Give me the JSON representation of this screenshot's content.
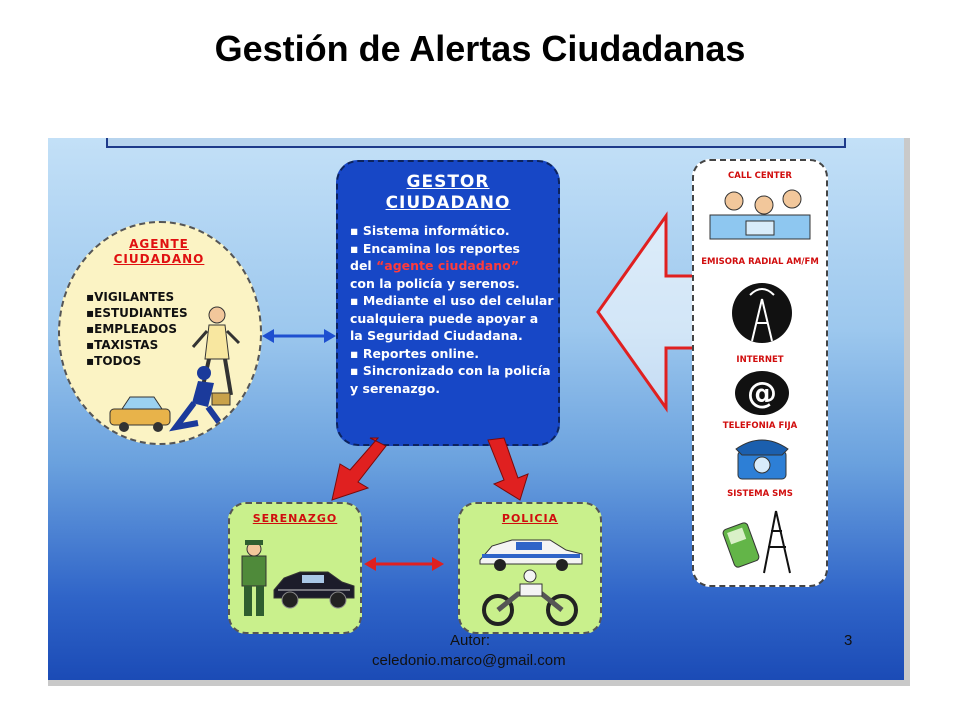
{
  "title": "Gestión de Alertas Ciudadanas",
  "agent": {
    "title": "AGENTE CIUDADANO",
    "items": [
      "▪VIGILANTES",
      "▪ESTUDIANTES",
      "▪EMPLEADOS",
      "▪TAXISTAS",
      "▪TODOS"
    ]
  },
  "gestor": {
    "title_line1": "GESTOR",
    "title_line2": "CIUDADANO",
    "items": [
      "▪ Sistema informático.",
      "▪ Encamina los reportes",
      "del",
      "“agente ciudadano”",
      "con la policía y serenos.",
      "▪ Mediante el uso del celular cualquiera puede apoyar a la Seguridad Ciudadana.",
      "▪ Reportes online.",
      "▪ Sincronizado con la policía y serenazgo."
    ]
  },
  "channels": [
    "CALL CENTER",
    "EMISORA RADIAL AM/FM",
    "INTERNET",
    "TELEFONIA FIJA",
    "SISTEMA SMS"
  ],
  "serenazgo": {
    "title": "SERENAZGO"
  },
  "policia": {
    "title": "POLICIA"
  },
  "author": {
    "label": "Autor:",
    "email": "celedonio.marco@gmail.com"
  },
  "page_number": "3",
  "colors": {
    "gestor_box": "#1747c6",
    "label_red": "#d10d0d",
    "green_box": "#c9f08c",
    "agent_oval": "#fbf3c4",
    "arrow_red": "#e02020",
    "arrow_blue": "#1e4fd0"
  }
}
